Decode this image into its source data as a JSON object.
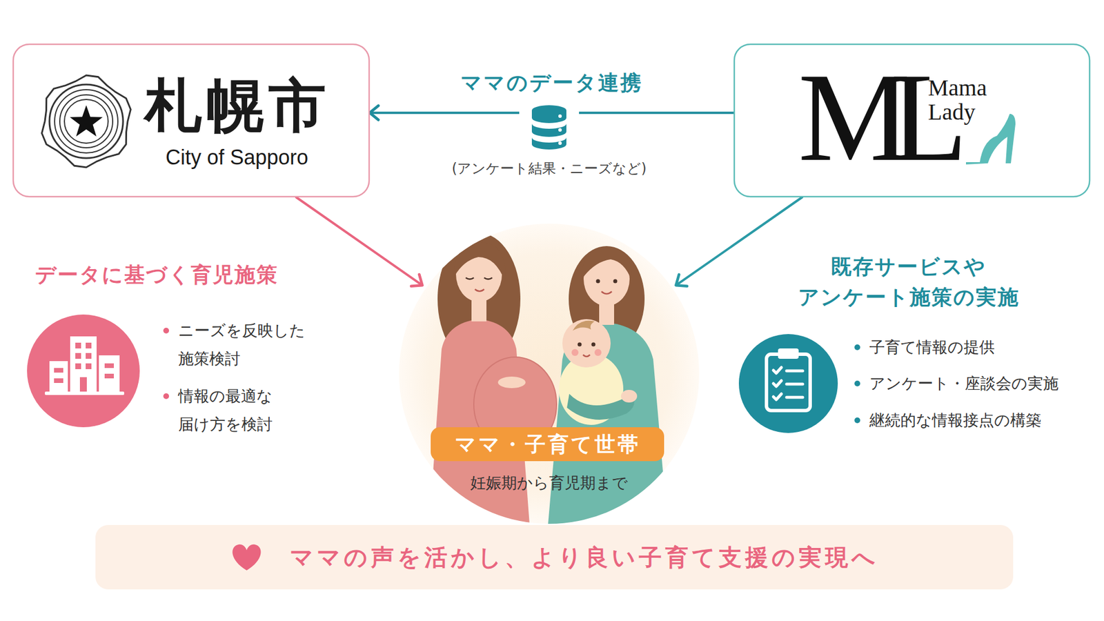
{
  "diagram": {
    "nodes": [
      {
        "text": [
          "札幌市",
          "City of Sapporo"
        ]
      },
      {
        "text": [
          "ML",
          "Mama Lady"
        ]
      },
      {
        "text": [
          "ママ・子育て世帯",
          "妊娠期から育児期まで"
        ]
      },
      {
        "text": [
          "ママの声を活かし、より良い子育て支援の実現へ"
        ]
      }
    ],
    "edges": [
      {
        "from": 1,
        "to": 0,
        "arrow": "to",
        "label": "ママのデータ連携"
      },
      {
        "from": 0,
        "to": 2,
        "arrow": "to"
      },
      {
        "from": 1,
        "to": 2,
        "arrow": "to"
      }
    ],
    "labels": [
      "(アンケート結果・ニーズなど)",
      "データに基づく育児施策",
      "ニーズを反映した 施策検討",
      "情報の最適な 届け方を検討",
      "既存サービスや アンケート施策の実施",
      "子育て情報の提供",
      "アンケート・座談会の実施",
      "継続的な情報接点の構築"
    ]
  }
}
